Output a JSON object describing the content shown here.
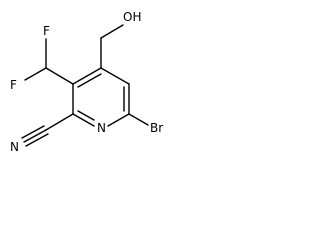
{
  "structure": {
    "atoms": {
      "hydroxyl": "OH",
      "fluorine_top": "F",
      "fluorine_bottom": "F",
      "ring_nitrogen": "N",
      "nitrile_nitrogen": "N",
      "bromine": "Br"
    },
    "colors": {
      "bond": "#000000",
      "label": "#000000",
      "background": "#ffffff"
    }
  }
}
